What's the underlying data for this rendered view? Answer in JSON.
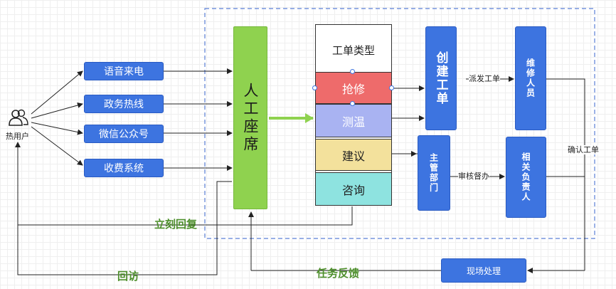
{
  "user": {
    "label": "热用户",
    "icon": "users-icon"
  },
  "channels": [
    "语音来电",
    "政务热线",
    "微信公众号",
    "收费系统"
  ],
  "agent": {
    "label": "人工座席"
  },
  "ticket_types": {
    "title": "工单类型",
    "items": [
      {
        "label": "抢修",
        "color": "#ee6b6b"
      },
      {
        "label": "测温",
        "color": "#a9b3f2"
      },
      {
        "label": "建议",
        "color": "#f3e19c"
      },
      {
        "label": "咨询",
        "color": "#8ee3e0"
      }
    ]
  },
  "nodes": {
    "create": "创建工单",
    "maintenance": "维修人员",
    "dept": "主管部门",
    "responsible": "相关负责人",
    "onsite": "现场处理"
  },
  "edges": {
    "dispatch": "派发工单",
    "review": "审核督办",
    "confirm": "确认工单",
    "immediate": "立刻回复",
    "revisit": "回访",
    "feedback": "任务反馈"
  },
  "colors": {
    "blue": "#3d74e0",
    "green": "#8fd24f",
    "dashed": "#5a7fd6",
    "label_green": "#4e8f2c"
  }
}
